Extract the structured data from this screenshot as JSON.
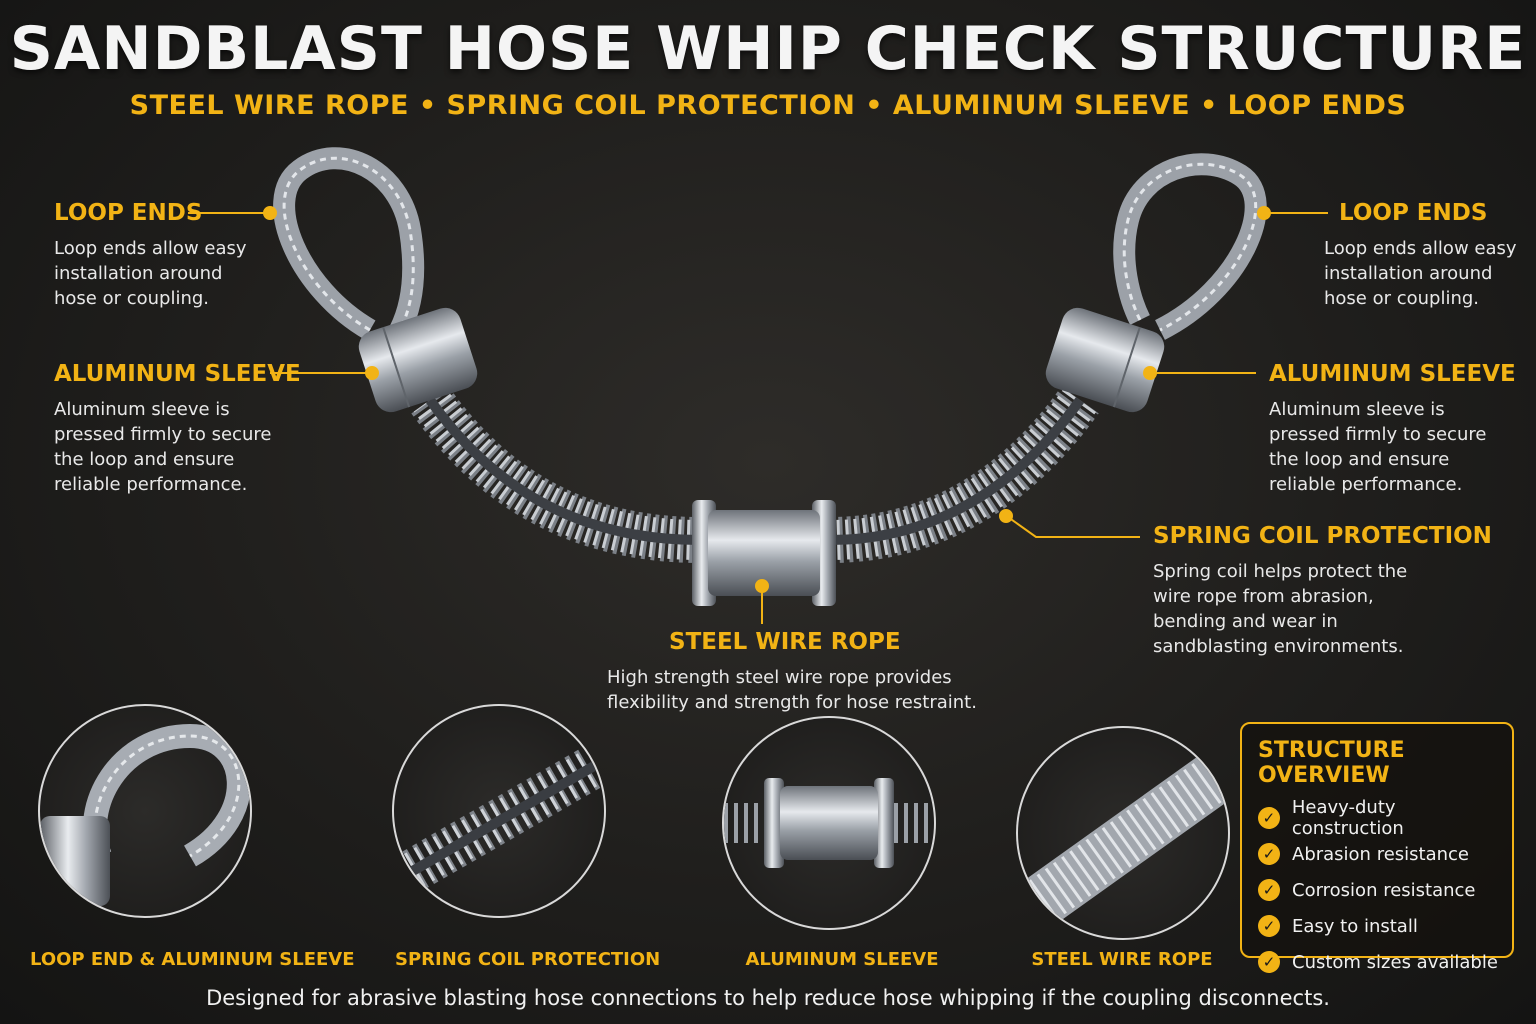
{
  "header": {
    "title": "SANDBLAST HOSE WHIP CHECK STRUCTURE",
    "subtitle": "STEEL WIRE ROPE • SPRING COIL PROTECTION • ALUMINUM SLEEVE • LOOP ENDS"
  },
  "callouts": {
    "loop_left": {
      "title": "LOOP ENDS",
      "text": "Loop ends allow easy\ninstallation around\nhose or coupling."
    },
    "loop_right": {
      "title": "LOOP ENDS",
      "text": "Loop ends allow easy\ninstallation around\nhose or coupling."
    },
    "sleeve_left": {
      "title": "ALUMINUM SLEEVE",
      "text": "Aluminum sleeve is\npressed firmly to secure\nthe loop and ensure\nreliable performance."
    },
    "sleeve_right": {
      "title": "ALUMINUM SLEEVE",
      "text": "Aluminum sleeve is\npressed firmly to secure\nthe loop and ensure\nreliable performance."
    },
    "spring": {
      "title": "SPRING COIL PROTECTION",
      "text": "Spring coil helps protect the\nwire rope from abrasion,\nbending and wear in\nsandblasting environments."
    },
    "rope": {
      "title": "STEEL WIRE ROPE",
      "text": "High strength steel wire rope provides\nflexibility and strength for hose restraint."
    }
  },
  "thumbnails": [
    {
      "label": "LOOP END & ALUMINUM SLEEVE"
    },
    {
      "label": "SPRING COIL PROTECTION"
    },
    {
      "label": "ALUMINUM SLEEVE"
    },
    {
      "label": "STEEL WIRE ROPE"
    }
  ],
  "overview": {
    "title": "STRUCTURE OVERVIEW",
    "items": [
      "Heavy-duty construction",
      "Abrasion resistance",
      "Corrosion resistance",
      "Easy to install",
      "Custom sizes available"
    ]
  },
  "footer": "Designed for abrasive blasting hose connections to help reduce hose whipping if the coupling disconnects.",
  "colors": {
    "accent": "#f2b315",
    "background": "#1f1e1c",
    "metal": "#b8bcc2"
  }
}
